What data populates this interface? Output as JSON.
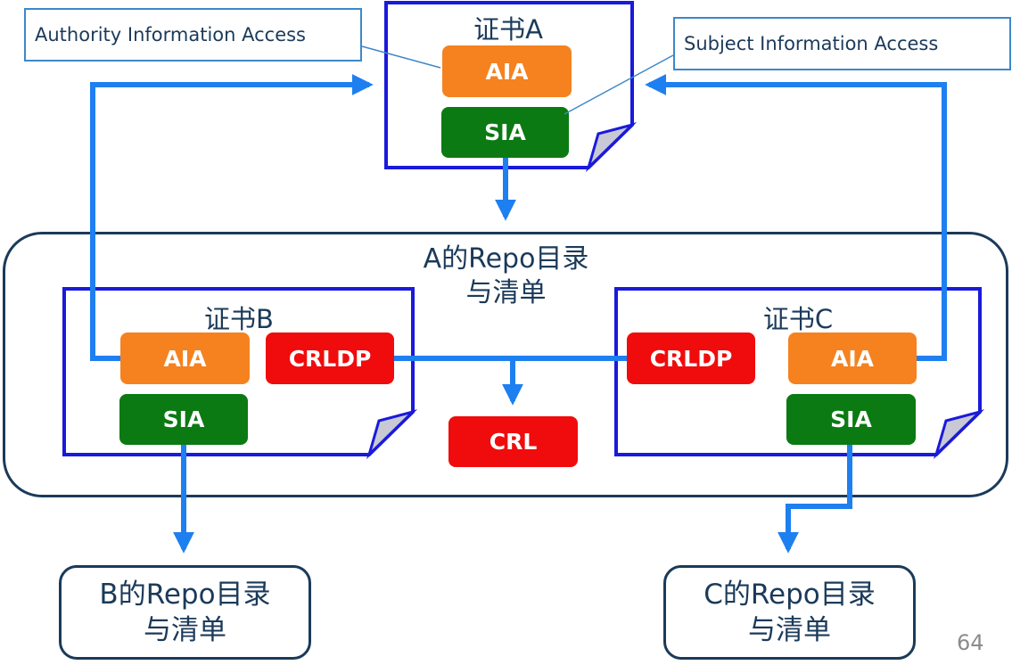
{
  "callouts": {
    "aia": "Authority Information Access",
    "sia": "Subject Information Access"
  },
  "cert_a": {
    "title": "证书A",
    "aia": "AIA",
    "sia": "SIA"
  },
  "repo_a": {
    "line1": "A的Repo目录",
    "line2": "与清单"
  },
  "cert_b": {
    "title": "证书B",
    "aia": "AIA",
    "sia": "SIA",
    "crldp": "CRLDP"
  },
  "cert_c": {
    "title": "证书C",
    "aia": "AIA",
    "sia": "SIA",
    "crldp": "CRLDP"
  },
  "crl": "CRL",
  "repo_b": {
    "line1": "B的Repo目录",
    "line2": "与清单"
  },
  "repo_c": {
    "line1": "C的Repo目录",
    "line2": "与清单"
  },
  "page_number": "64",
  "colors": {
    "arrow": "#1e7ff0",
    "cert_border": "#1a1adb",
    "aia_fill": "#f5821f",
    "sia_fill": "#0b7a12",
    "crl_fill": "#f00c0c",
    "outline": "#1b3a5a"
  }
}
